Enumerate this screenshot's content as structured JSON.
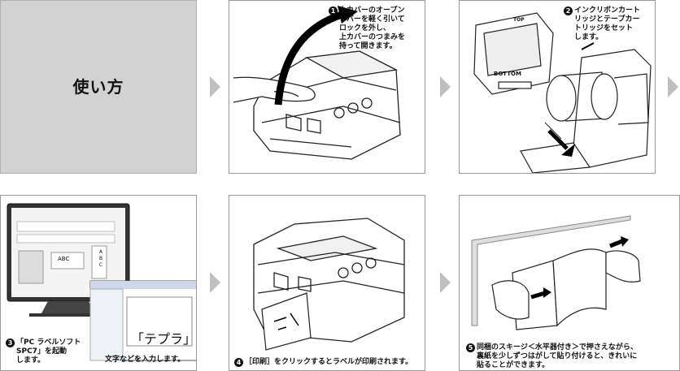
{
  "title": "使い方",
  "steps": [
    {
      "num": "1",
      "lines": [
        "上カバーのオープン",
        "レバーを軽く引いて",
        "ロックを外し、",
        "上カバーのつまみを",
        "持って開きます。"
      ]
    },
    {
      "num": "2",
      "lines": [
        "インクリボンカート",
        "リッジとテープカー",
        "トリッジをセット",
        "します。"
      ]
    },
    {
      "num": "3",
      "lines": [
        "「PC ラベルソフト",
        "SPC7」を起動",
        "します。"
      ],
      "sub": "文字などを入力します。",
      "screen_label": "「テプラ」",
      "screen_abc": "ABC",
      "screen_abc_v": [
        "A",
        "B",
        "C"
      ]
    },
    {
      "num": "4",
      "text": "［印刷］をクリックするとラベルが印刷されます。"
    },
    {
      "num": "5",
      "lines": [
        "同梱のスキージ＜水平器付き＞で押さえながら、",
        "裏紙を少しずつはがして貼り付けると、きれいに",
        "貼ることができます。"
      ]
    }
  ],
  "cartridge_label": "BOTTOM",
  "cartridge_top_label": "TOP"
}
